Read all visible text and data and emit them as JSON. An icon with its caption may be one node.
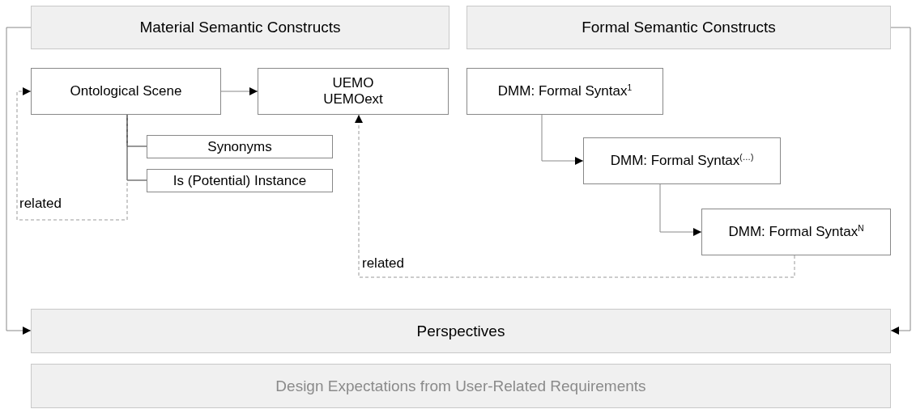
{
  "diagram": {
    "nodes": [
      {
        "text": [
          "Material Semantic Constructs"
        ]
      },
      {
        "text": [
          "Formal Semantic Constructs"
        ]
      },
      {
        "text": [
          "Ontological Scene"
        ]
      },
      {
        "text": [
          "UEMO",
          "UEMOext"
        ]
      },
      {
        "text": [
          "Synonyms"
        ]
      },
      {
        "text": [
          "Is (Potential) Instance"
        ]
      },
      {
        "text": [
          "DMM: Formal Syntax$^{1}$"
        ]
      },
      {
        "text": [
          "DMM: Formal Syntax$^{(…)}$"
        ]
      },
      {
        "text": [
          "DMM: Formal Syntax$^{N}$"
        ]
      },
      {
        "text": [
          "Perspectives"
        ]
      },
      {
        "text": [
          "Design Expectations from User-Related Requirements"
        ]
      }
    ],
    "edges": [
      {
        "from": 0,
        "to": 9,
        "arrow": "to"
      },
      {
        "from": 1,
        "to": 9,
        "arrow": "to"
      },
      {
        "from": 2,
        "to": 3,
        "arrow": "to"
      },
      {
        "from": 2,
        "to": 4,
        "arrow": "none"
      },
      {
        "from": 2,
        "to": 5,
        "arrow": "none"
      },
      {
        "from": 2,
        "to": 2,
        "arrow": "to",
        "label": "related",
        "style": "dashed"
      },
      {
        "from": 6,
        "to": 7,
        "arrow": "to"
      },
      {
        "from": 7,
        "to": 8,
        "arrow": "to"
      },
      {
        "from": 8,
        "to": 3,
        "arrow": "to",
        "label": "related",
        "style": "dashed"
      }
    ]
  }
}
